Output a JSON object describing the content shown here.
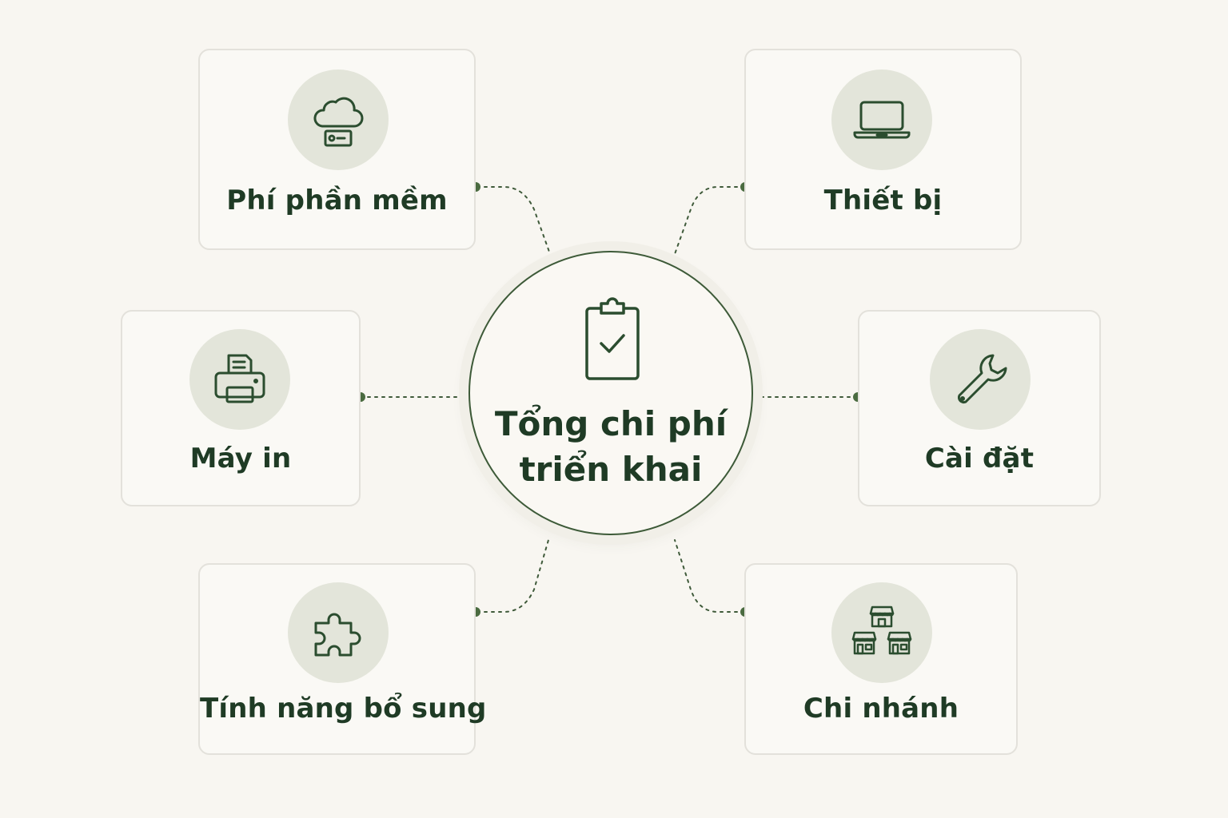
{
  "center": {
    "icon": "clipboard-check-icon",
    "title_line1": "Tổng chi phí",
    "title_line2": "triển khai"
  },
  "items": [
    {
      "id": "phi-phan-mem",
      "label": "Phí phần mềm",
      "icon": "cloud-card-icon"
    },
    {
      "id": "thiet-bi",
      "label": "Thiết bị",
      "icon": "laptop-icon"
    },
    {
      "id": "may-in",
      "label": "Máy in",
      "icon": "printer-icon"
    },
    {
      "id": "cai-dat",
      "label": "Cài đặt",
      "icon": "wrench-icon"
    },
    {
      "id": "tinh-nang-bo-sung",
      "label": "Tính năng bổ sung",
      "icon": "puzzle-icon"
    },
    {
      "id": "chi-nhanh",
      "label": "Chi nhánh",
      "icon": "stores-icon"
    }
  ],
  "colors": {
    "background": "#f8f6f1",
    "card_border": "#e3e1db",
    "icon_circle": "#e3e5da",
    "icon_stroke": "#2b4d2f",
    "text": "#1f3b25",
    "connector": "#3f5a3a",
    "dot": "#4a6b40"
  }
}
